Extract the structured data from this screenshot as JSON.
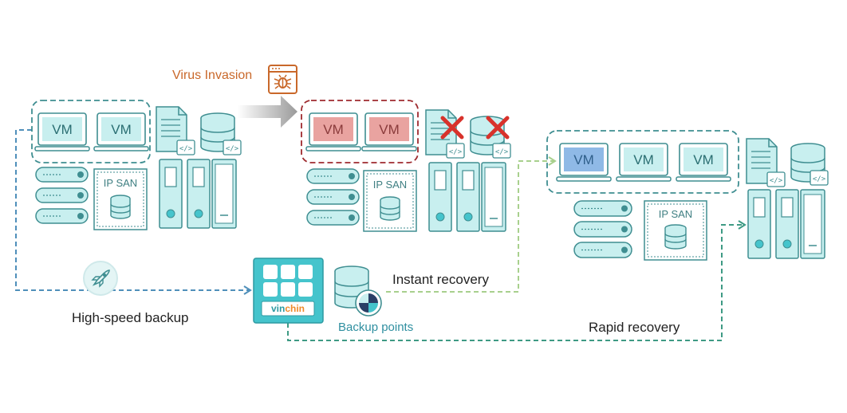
{
  "labels": {
    "virus_invasion": "Virus Invasion",
    "high_speed_backup": "High-speed backup",
    "instant_recovery": "Instant recovery",
    "rapid_recovery": "Rapid recovery",
    "backup_points": "Backup points"
  },
  "vm_label": "VM",
  "ip_san_label": "IP SAN",
  "brand": {
    "prefix": "vin",
    "suffix": "chin"
  },
  "colors": {
    "teal_fill": "#c8efef",
    "teal_stroke": "#3f8e91",
    "virus_orange": "#c9682a",
    "infected_fill": "#e9a3a0",
    "infected_border": "#9e2a2e",
    "red_x": "#d8322b",
    "backup_line": "#4f8fba",
    "instant_line": "#a8d08d",
    "rapid_line": "#3e9a84",
    "vinchin_tile": "#45c4cc"
  },
  "icons": {
    "virus": "virus-window-icon",
    "rocket": "rocket-icon",
    "database": "database-icon",
    "document": "document-code-icon",
    "server": "server-tower-icon",
    "broken": "red-x-icon"
  }
}
